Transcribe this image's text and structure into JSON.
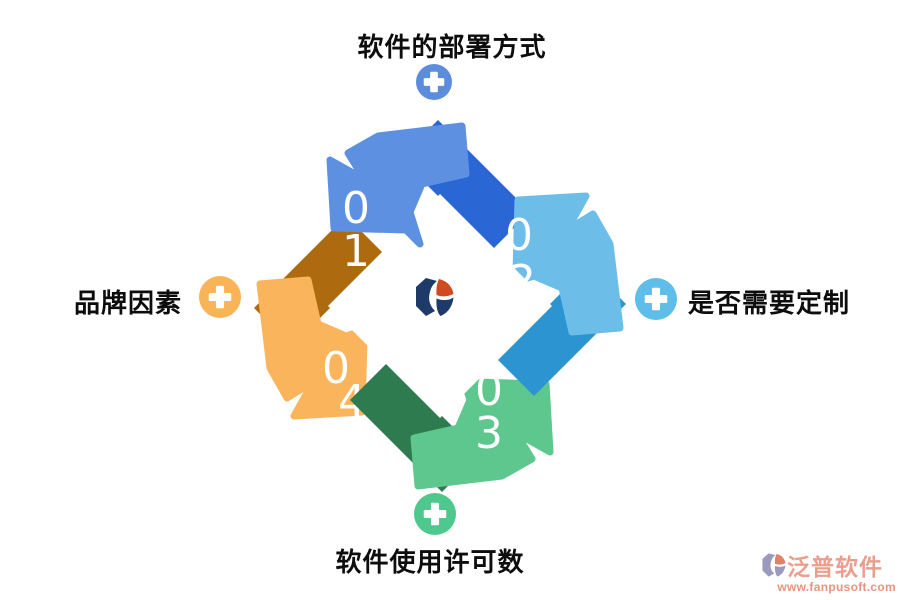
{
  "diagram": {
    "title_hint": "software selection factors cycle",
    "number_color": "#ffffff",
    "center_bg": "#ffffff",
    "arrows": [
      {
        "id": "top",
        "label": "软件的部署方式",
        "number": "01",
        "digit1": "0",
        "digit2": "1",
        "band_color": "#5d90e0",
        "fold_color": "#2a66d4",
        "plus_color": "#5b8ddc"
      },
      {
        "id": "right",
        "label": "是否需要定制",
        "number": "02",
        "digit1": "0",
        "digit2": "2",
        "band_color": "#6dbde9",
        "fold_color": "#2b94d1",
        "plus_color": "#5fbde9"
      },
      {
        "id": "bottom",
        "label": "软件使用许可数",
        "number": "03",
        "digit1": "0",
        "digit2": "3",
        "band_color": "#5ec78e",
        "fold_color": "#2e7b50",
        "plus_color": "#4ec88c"
      },
      {
        "id": "left",
        "label": "品牌因素",
        "number": "04",
        "digit1": "0",
        "digit2": "4",
        "band_color": "#fab45c",
        "fold_color": "#ae6a0e",
        "plus_color": "#f8b456"
      }
    ]
  },
  "center_logo": {
    "navy": "#1e3a68",
    "accent": "#cf4a20"
  },
  "watermark": {
    "brand": "泛普软件",
    "url": "www.fanpusoft.com",
    "brand_color": "#ea9f8e",
    "url_color": "#e6947e",
    "mark_gray": "#9b9abe",
    "mark_salmon": "#e08064"
  }
}
